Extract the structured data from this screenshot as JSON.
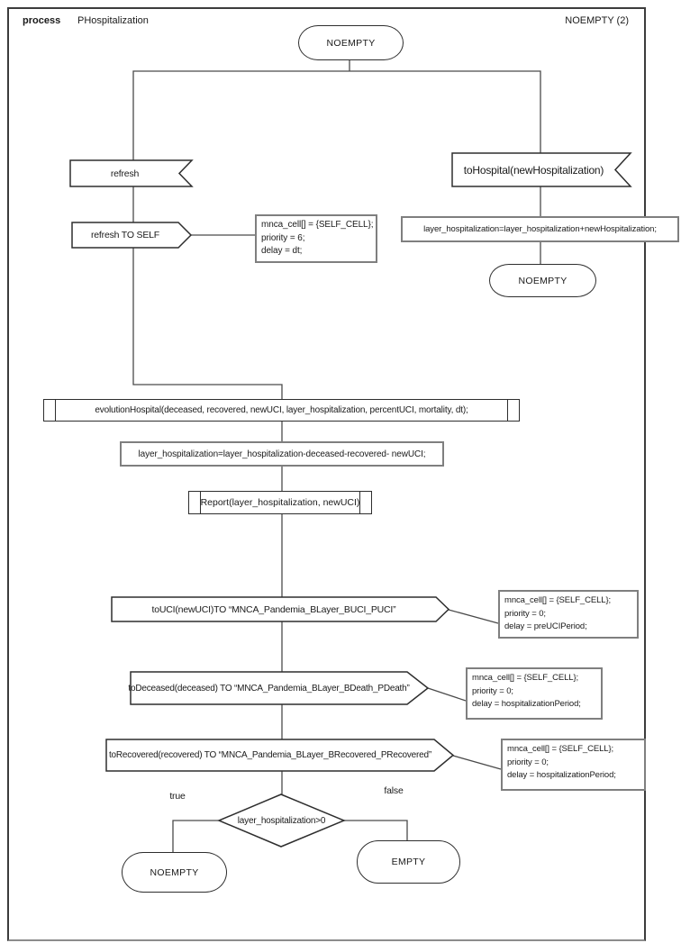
{
  "header": {
    "kind_label": "process",
    "process_name": "PHospitalization",
    "page_label": "NOEMPTY (2)"
  },
  "states": {
    "start": "NOEMPTY",
    "after_hospital": "NOEMPTY",
    "true_branch": "NOEMPTY",
    "false_branch": "EMPTY"
  },
  "left_branch": {
    "refresh_input_label": "refresh",
    "refresh_output_label": "refresh TO SELF",
    "comment_lines": [
      "mnca_cell[] = {SELF_CELL};",
      "priority = 6;",
      "delay = dt;"
    ]
  },
  "right_branch": {
    "tohospital_input_label": "toHospital(newHospitalization)",
    "assignment_label": "layer_hospitalization=layer_hospitalization+newHospitalization;"
  },
  "main_flow": {
    "evolution_call_label": "evolutionHospital(deceased, recovered, newUCI, layer_hospitalization, percentUCI, mortality, dt);",
    "assignment_label": "layer_hospitalization=layer_hospitalization-deceased-recovered- newUCI;",
    "report_call_label": "Report(layer_hospitalization, newUCI)",
    "touci": {
      "label": "toUCI(newUCI)TO “MNCA_Pandemia_BLayer_BUCI_PUCI”",
      "comment_lines": [
        "mnca_cell[] = {SELF_CELL};",
        "priority = 0;",
        "delay = preUCIPeriod;"
      ]
    },
    "todeceased": {
      "label": "toDeceased(deceased) TO “MNCA_Pandemia_BLayer_BDeath_PDeath”",
      "comment_lines": [
        "mnca_cell[] = {SELF_CELL};",
        "priority = 0;",
        "delay = hospitalizationPeriod;"
      ]
    },
    "torecovered": {
      "label": "toRecovered(recovered) TO “MNCA_Pandemia_BLayer_BRecovered_PRecovered”",
      "comment_lines": [
        "mnca_cell[] = {SELF_CELL};",
        "priority = 0;",
        "delay = hospitalizationPeriod;"
      ]
    },
    "decision": {
      "label": "layer_hospitalization>0",
      "true_label": "true",
      "false_label": "false"
    }
  }
}
